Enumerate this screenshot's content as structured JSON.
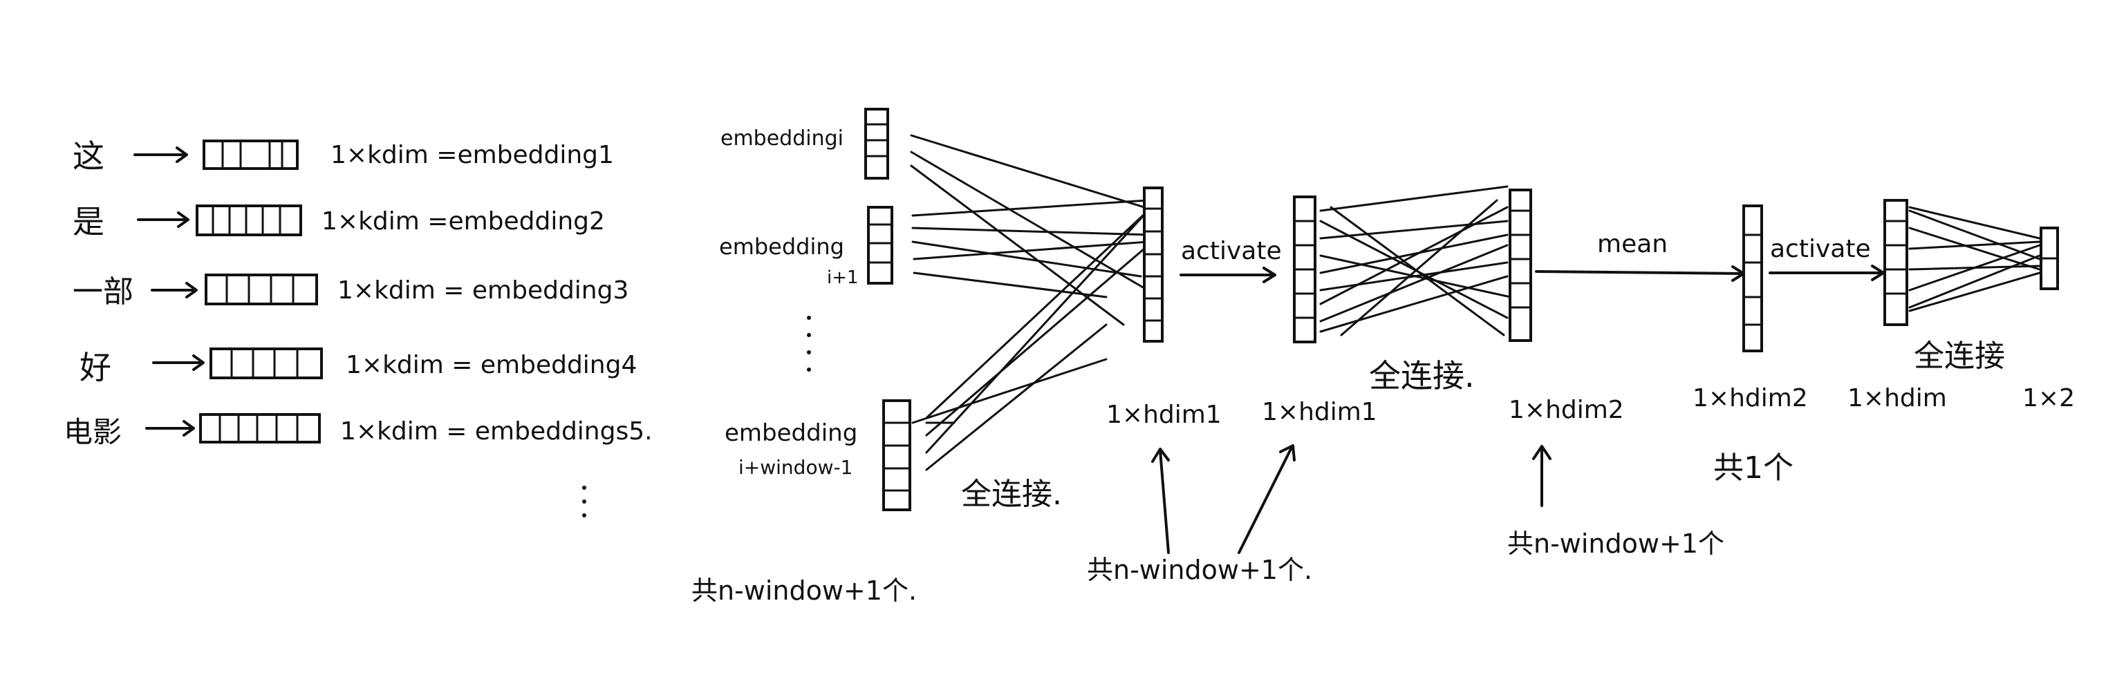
{
  "tokens": [
    {
      "char": "这",
      "label": "1×kdim =embedding1"
    },
    {
      "char": "是",
      "label": "1×kdim =embedding2"
    },
    {
      "char": "一部",
      "label": "1×kdim = embedding3"
    },
    {
      "char": "好",
      "label": "1×kdim = embedding4"
    },
    {
      "char": "电影",
      "label": "1×kdim = embeddings5."
    }
  ],
  "inputs": {
    "top": "embeddingi",
    "mid_line1": "embedding",
    "mid_line2": "i+1",
    "bottom_line1": "embedding",
    "bottom_line2": "i+window-1"
  },
  "labels": {
    "fc_first": "全连接.",
    "activate1": "activate",
    "fc_second": "全连接.",
    "mean": "mean",
    "activate2": "activate",
    "fc_third": "全连接",
    "dim_h1": "1×hdim1",
    "dim_h1b": "1×hdim1",
    "dim_h2": "1×hdim2",
    "dim_h2b": "1×hdim2",
    "dim_h": "1×hdim",
    "dim_out": "1×2",
    "count_one": "共1个",
    "count_windows_a": "共n-window+1个.",
    "count_windows_b": "共n-window+1个.",
    "count_windows_c": "共n-window+1个"
  }
}
